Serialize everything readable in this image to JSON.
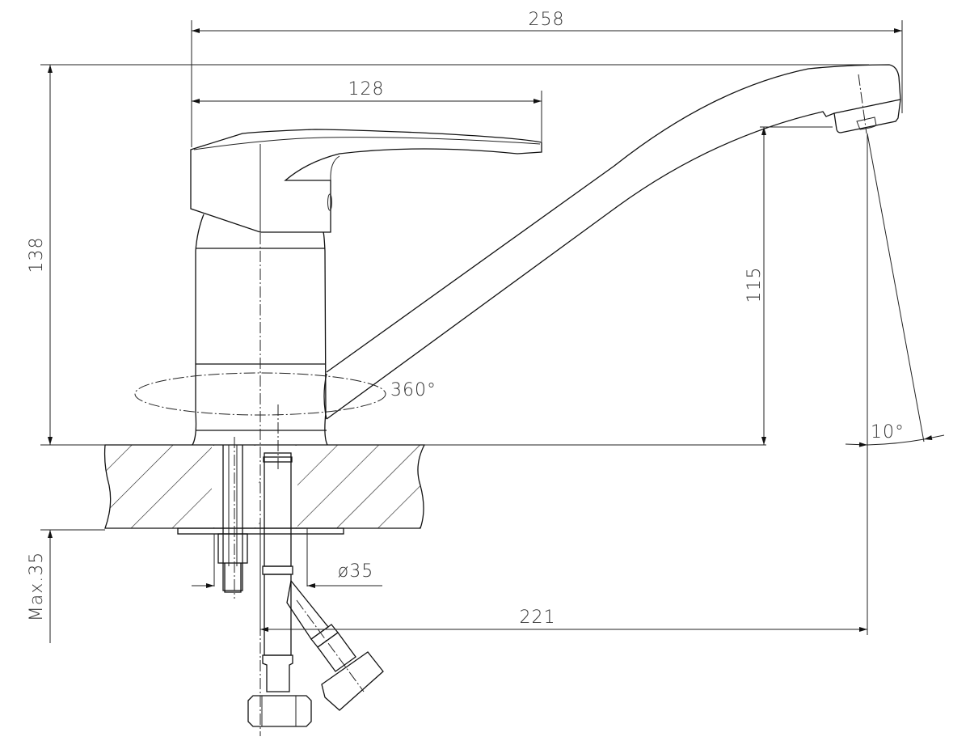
{
  "dimensions": {
    "overall_length": "258",
    "handle_length": "128",
    "overall_height": "138",
    "spout_height": "115",
    "max_thickness": "Max.35",
    "hole_diameter": "ø35",
    "spout_reach": "221",
    "rotation": "360°",
    "spout_angle": "10°"
  },
  "colors": {
    "line": "#111111",
    "background": "#ffffff"
  }
}
